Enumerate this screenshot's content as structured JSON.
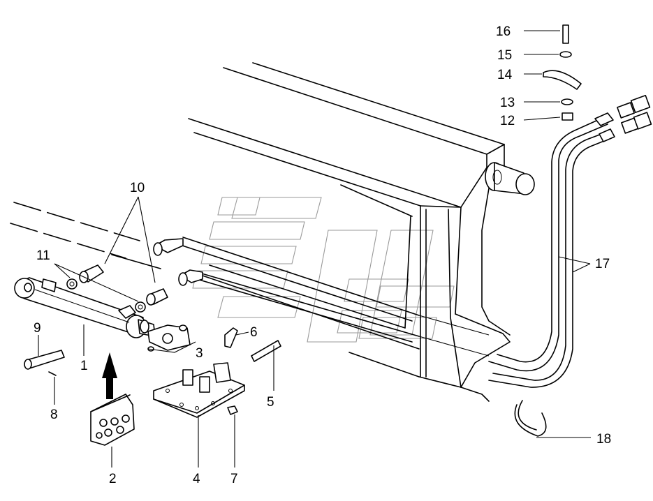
{
  "callouts": {
    "c1": "1",
    "c2": "2",
    "c3": "3",
    "c4": "4",
    "c5": "5",
    "c6": "6",
    "c7": "7",
    "c8": "8",
    "c9": "9",
    "c10": "10",
    "c11": "11",
    "c12": "12",
    "c13": "13",
    "c14": "14",
    "c15": "15",
    "c16": "16",
    "c17": "17",
    "c18": "18"
  },
  "colors": {
    "line": "#000000",
    "background": "#ffffff",
    "watermark": "#9a9a9a"
  }
}
